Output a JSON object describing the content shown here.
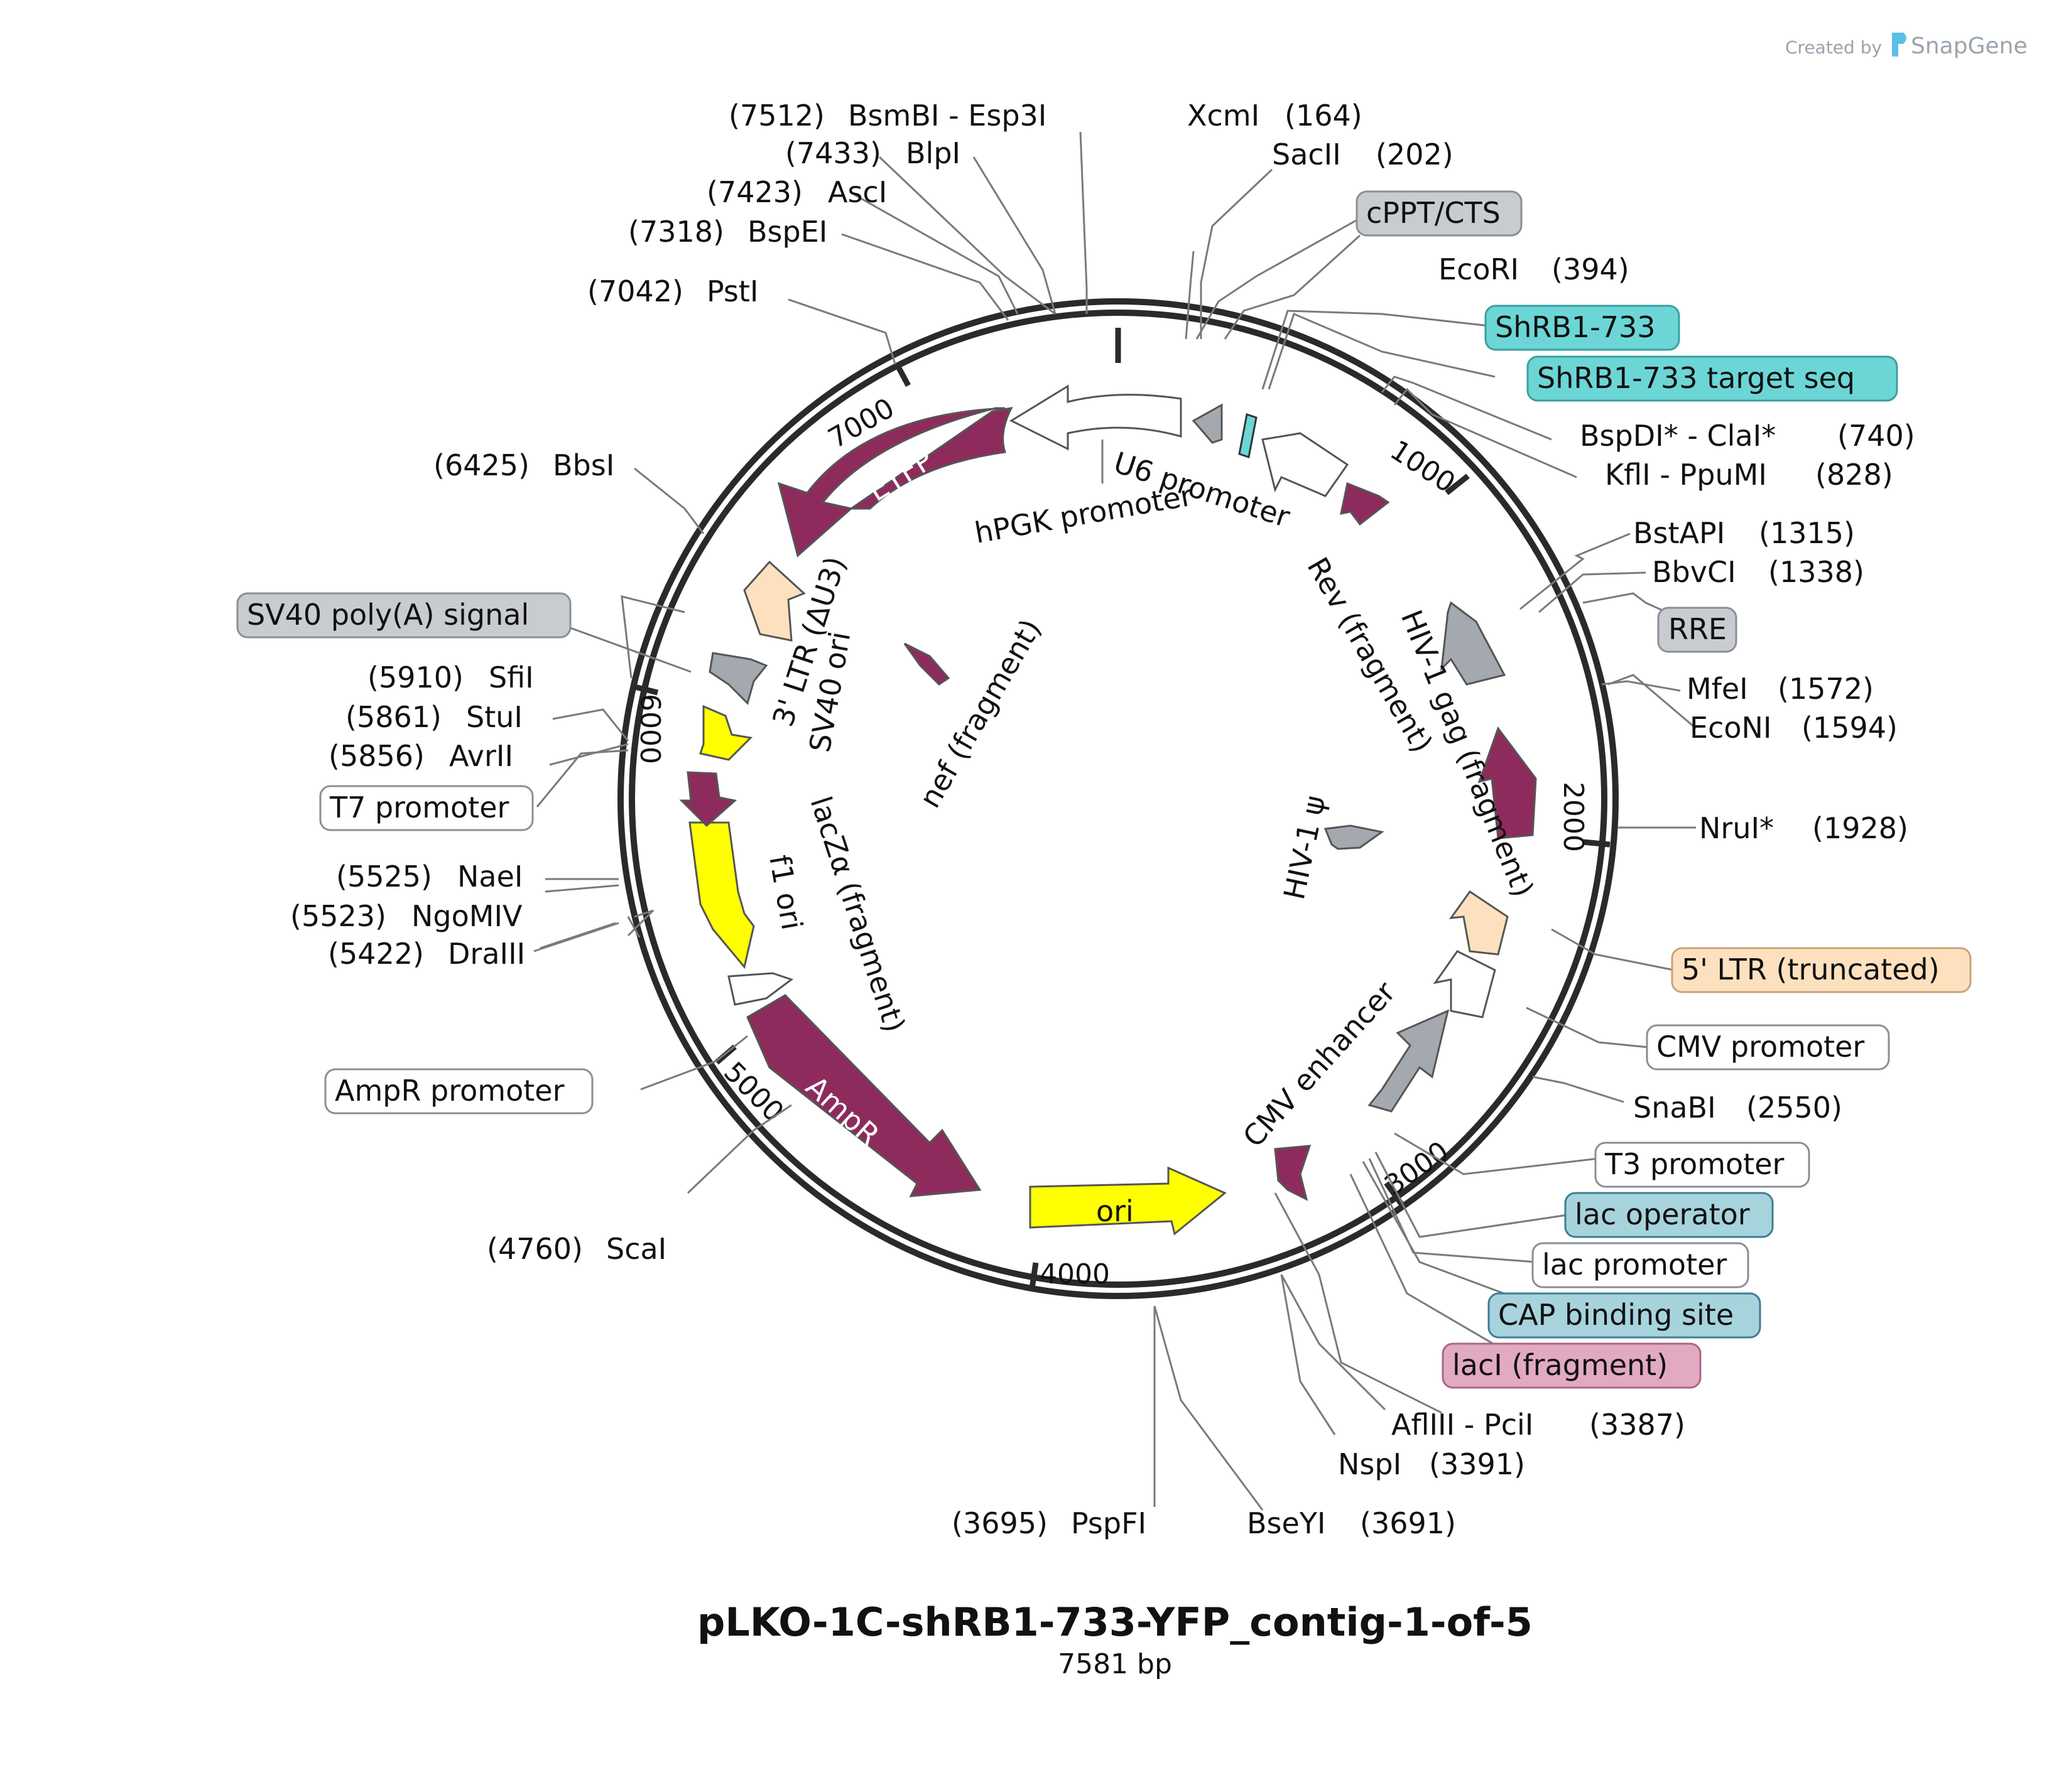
{
  "credit": {
    "prefix": "Created by",
    "brand": "SnapGene"
  },
  "title": "pLKO-1C-shRB1-733-YFP_contig-1-of-5",
  "length_label": "7581 bp",
  "colors": {
    "purple": "#8e2b5d",
    "gray": "#a3a9ae",
    "yellow": "#ffff00",
    "peach": "#fde1bf",
    "white": "#ffffff",
    "teal": "#6cd6d6",
    "lightblue": "#a7d3dd",
    "pink": "#e2aac2",
    "steelblue": "#3d7d96"
  },
  "ticks": [
    "1000",
    "2000",
    "3000",
    "4000",
    "5000",
    "6000",
    "7000"
  ],
  "sites": [
    {
      "name": "XcmI",
      "pos": "(164)"
    },
    {
      "name": "SacII",
      "pos": "(202)"
    },
    {
      "name": "EcoRI",
      "pos": "(394)"
    },
    {
      "name": "BspDI* - ClaI*",
      "pos": "(740)"
    },
    {
      "name": "KflI - PpuMI",
      "pos": "(828)"
    },
    {
      "name": "BstAPI",
      "pos": "(1315)"
    },
    {
      "name": "BbvCI",
      "pos": "(1338)"
    },
    {
      "name": "MfeI",
      "pos": "(1572)"
    },
    {
      "name": "EcoNI",
      "pos": "(1594)"
    },
    {
      "name": "NruI*",
      "pos": "(1928)"
    },
    {
      "name": "SnaBI",
      "pos": "(2550)"
    },
    {
      "name": "AflIII - PciI",
      "pos": "(3387)"
    },
    {
      "name": "NspI",
      "pos": "(3391)"
    },
    {
      "name": "BseYI",
      "pos": "(3691)"
    },
    {
      "name": "PspFI",
      "pos": "(3695)"
    },
    {
      "name": "ScaI",
      "pos": "(4760)"
    },
    {
      "name": "DraIII",
      "pos": "(5422)"
    },
    {
      "name": "NgoMIV",
      "pos": "(5523)"
    },
    {
      "name": "NaeI",
      "pos": "(5525)"
    },
    {
      "name": "AvrII",
      "pos": "(5856)"
    },
    {
      "name": "StuI",
      "pos": "(5861)"
    },
    {
      "name": "SfiI",
      "pos": "(5910)"
    },
    {
      "name": "BbsI",
      "pos": "(6425)"
    },
    {
      "name": "PstI",
      "pos": "(7042)"
    },
    {
      "name": "BspEI",
      "pos": "(7318)"
    },
    {
      "name": "AscI",
      "pos": "(7423)"
    },
    {
      "name": "BlpI",
      "pos": "(7433)"
    },
    {
      "name": "BsmBI - Esp3I",
      "pos": "(7512)"
    }
  ],
  "boxed": [
    {
      "label": "cPPT/CTS",
      "color": "#c8cbcf"
    },
    {
      "label": "ShRB1-733",
      "color": "#6cd6d6"
    },
    {
      "label": "ShRB1-733 target seq",
      "color": "#6cd6d6"
    },
    {
      "label": "RRE",
      "color": "#c8cbcf"
    },
    {
      "label": "5' LTR (truncated)",
      "color": "#fde1bf"
    },
    {
      "label": "CMV promoter",
      "color": "#ffffff"
    },
    {
      "label": "T3 promoter",
      "color": "#ffffff"
    },
    {
      "label": "lac operator",
      "color": "#a7d3dd"
    },
    {
      "label": "lac promoter",
      "color": "#ffffff"
    },
    {
      "label": "CAP binding site",
      "color": "#a7d3dd"
    },
    {
      "label": "lacI (fragment)",
      "color": "#e2aac2"
    },
    {
      "label": "SV40 poly(A) signal",
      "color": "#c8cbcf"
    },
    {
      "label": "T7 promoter",
      "color": "#ffffff"
    },
    {
      "label": "AmpR promoter",
      "color": "#ffffff"
    }
  ],
  "features": {
    "eyfp": "EYFP",
    "ampr": "AmpR",
    "ori": "ori",
    "u6": "U6 promoter",
    "hpgk": "hPGK promoter",
    "ltr3": "3' LTR (ΔU3)",
    "sv40ori": "SV40 ori",
    "nef": "nef (fragment)",
    "lacza": "lacZα (fragment)",
    "f1ori": "f1 ori",
    "rev": "Rev (fragment)",
    "gag": "HIV-1 gag (fragment)",
    "psi": "HIV-1 ψ",
    "cmvenh": "CMV enhancer"
  }
}
